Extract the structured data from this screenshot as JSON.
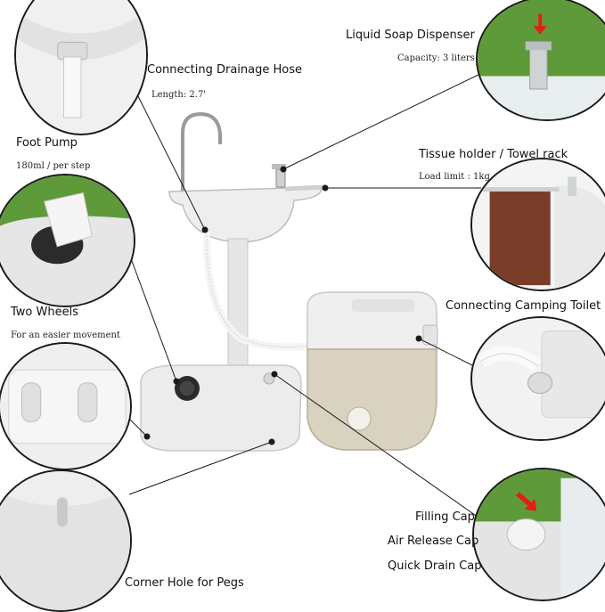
{
  "callouts": {
    "drainage_hose": {
      "title": "Connecting Drainage Hose",
      "sub": "Length: 2.7'"
    },
    "soap_dispenser": {
      "title": "Liquid Soap Dispenser",
      "sub": "Capacity: 3 liters"
    },
    "foot_pump": {
      "title": "Foot Pump",
      "sub": "180ml / per step"
    },
    "tissue_holder": {
      "title": "Tissue holder / Towel rack",
      "sub": "Load limit : 1kg"
    },
    "two_wheels": {
      "title": "Two Wheels",
      "sub": "For an easier movement"
    },
    "camping_toilet": {
      "title": "Connecting Camping Toilet"
    },
    "caps": {
      "filling": "Filling Cap",
      "air_release": "Air Release Cap",
      "quick_drain": "Quick Drain Cap"
    },
    "corner_hole": {
      "title": "Corner Hole for Pegs"
    }
  },
  "colors": {
    "plastic": "#ececec",
    "plastic_shadow": "#c9c9c9",
    "toilet_beige": "#d9d2c0",
    "grass": "#5f9a3a",
    "towel": "#7a3d2a",
    "arrow_red": "#e0201a",
    "outline": "#1a1a1a"
  }
}
